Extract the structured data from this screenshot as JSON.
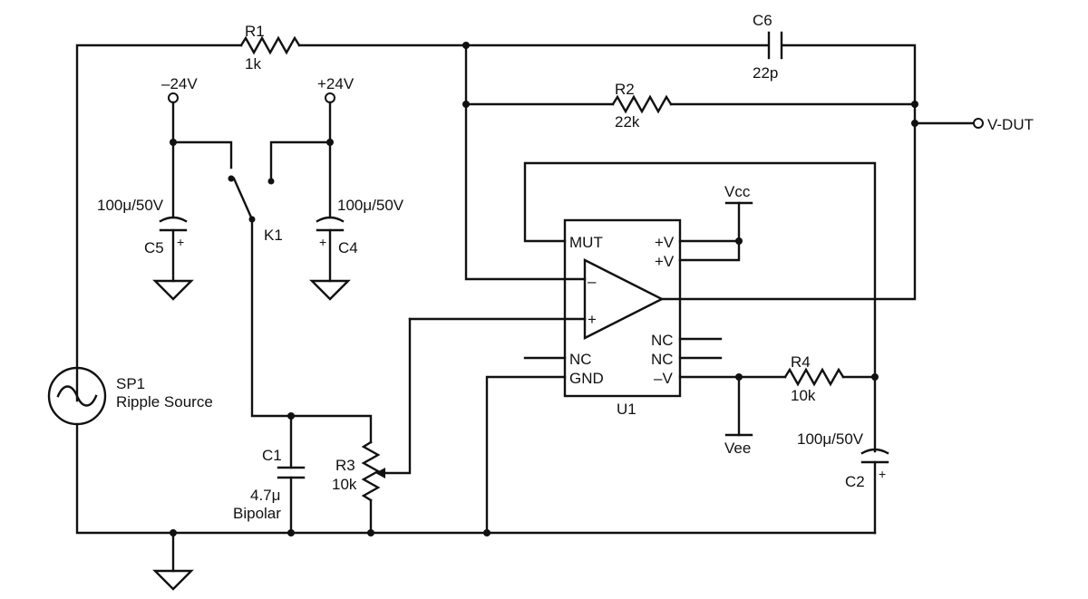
{
  "components": {
    "r1": {
      "ref": "R1",
      "value": "1k"
    },
    "r2": {
      "ref": "R2",
      "value": "22k"
    },
    "r3": {
      "ref": "R3",
      "value": "10k"
    },
    "r4": {
      "ref": "R4",
      "value": "10k"
    },
    "c1": {
      "ref": "C1",
      "value": "4.7μ",
      "note": "Bipolar"
    },
    "c2": {
      "ref": "C2",
      "value": "100μ/50V"
    },
    "c4": {
      "ref": "C4",
      "value": "100μ/50V"
    },
    "c5": {
      "ref": "C5",
      "value": "100μ/50V"
    },
    "c6": {
      "ref": "C6",
      "value": "22p"
    },
    "k1": {
      "ref": "K1"
    },
    "sp1": {
      "ref": "SP1",
      "name": "Ripple Source"
    },
    "u1": {
      "ref": "U1",
      "pins": {
        "mut": "MUT",
        "vplus1": "+V",
        "vplus2": "+V",
        "nc_left": "NC",
        "gnd": "GND",
        "nc_right1": "NC",
        "nc_right2": "NC",
        "vminus": "–V"
      }
    }
  },
  "nets": {
    "neg24": "–24V",
    "pos24": "+24V",
    "vcc": "Vcc",
    "vee": "Vee",
    "vdut": "V-DUT"
  },
  "symbols": {
    "plus": "+",
    "minus": "–",
    "cap_plus": "+"
  }
}
